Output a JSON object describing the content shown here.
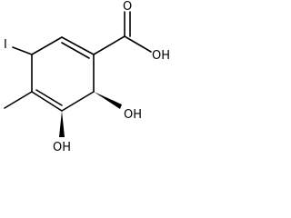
{
  "molecule": {
    "labels": {
      "iodine": "I",
      "carboxyl_oxygen": "O",
      "carboxyl_hydroxyl": "OH",
      "hydroxyl_upper": "OH",
      "hydroxyl_lower": "OH"
    },
    "colors": {
      "bond": "#000000",
      "text": "#000000",
      "background": "#ffffff"
    }
  }
}
